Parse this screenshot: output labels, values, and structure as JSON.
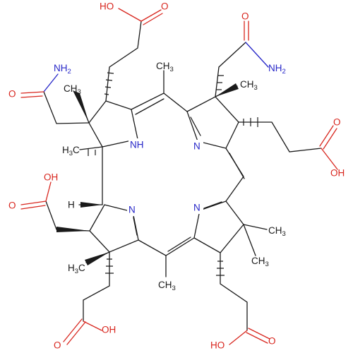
{
  "structure": {
    "atom_labels": {
      "nh": "NH",
      "n_top_right": "N",
      "n_bottom_left": "N",
      "n_bottom_right": "N",
      "h_stereo": "H"
    },
    "group_labels": {
      "oh_top": "HO",
      "o_top": "O",
      "o_amide_left": "O",
      "nh2_left": "NH",
      "nh2_left_sub": "2",
      "o_amide_right": "O",
      "nh2_right": "NH",
      "nh2_right_sub": "2",
      "o_right": "O",
      "oh_right": "OH",
      "oh_left": "OH",
      "o_left": "O",
      "oh_bottom_left": "OH",
      "o_bottom_left": "O",
      "oh_bottom_right": "HO",
      "o_bottom_right": "O"
    },
    "methyl_labels": {
      "ch3_meso_top": "CH",
      "ch3_meso_top_sub": "3",
      "ch3_ring_a": "CH",
      "ch3_ring_a_sub": "3",
      "ch3_ring_b": "CH",
      "ch3_ring_b_sub": "3",
      "h3c_c1": "H",
      "h3c_c1_sub": "3",
      "h3c_c1_c": "C",
      "h3c_ring_d": "H",
      "h3c_ring_d_sub": "3",
      "h3c_ring_d_c": "C",
      "ch3_meso_bottom": "CH",
      "ch3_meso_bottom_sub": "3",
      "ch3_ring_c_1": "CH",
      "ch3_ring_c_1_sub": "3",
      "ch3_ring_c_2": "CH",
      "ch3_ring_c_2_sub": "3"
    },
    "colors": {
      "bond": "#1a1a1a",
      "oxygen": "#d8261e",
      "nitrogen": "#2626c8",
      "background": "#ffffff"
    }
  }
}
